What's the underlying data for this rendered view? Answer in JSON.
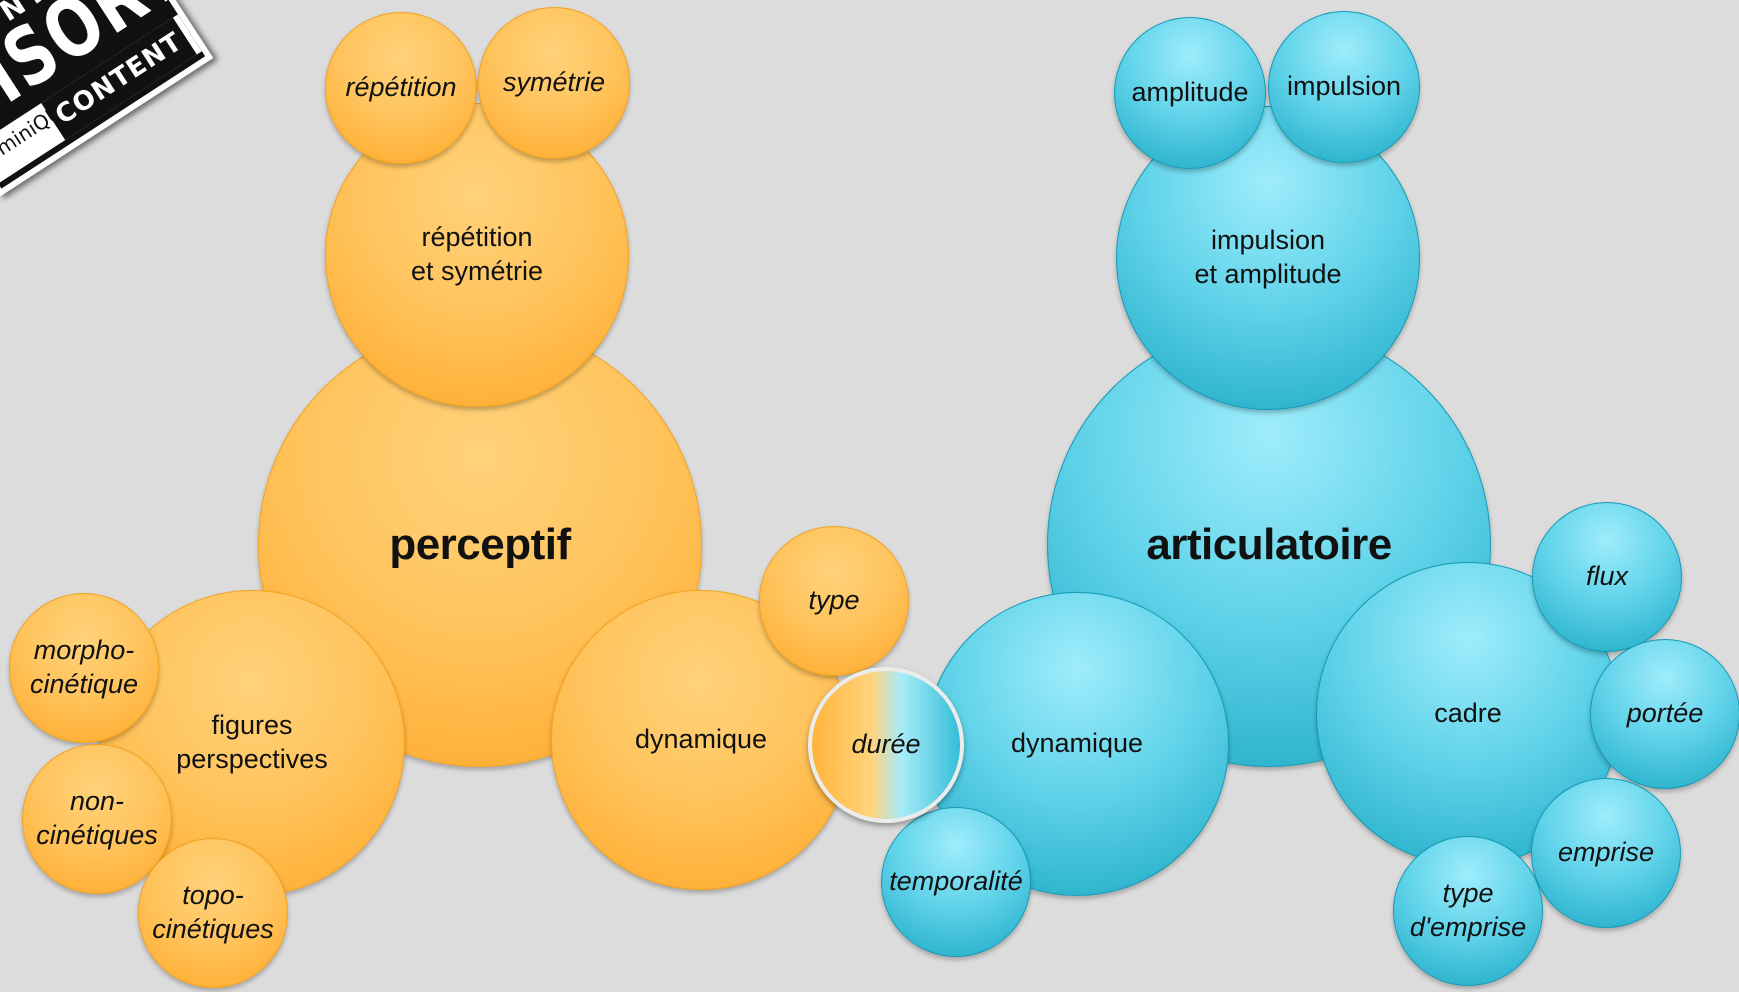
{
  "sticker": {
    "line1": "NT",
    "line2": "VISORY",
    "bar_left": "ominiQUOI",
    "bar_right": "CONTENT"
  },
  "bubbles": [
    {
      "id": "perceptif",
      "label": "perceptif",
      "color": "orange",
      "size": "main"
    },
    {
      "id": "repetition-symetrie",
      "label": "répétition\net symétrie",
      "color": "orange",
      "size": "mid"
    },
    {
      "id": "repetition",
      "label": "répétition",
      "color": "orange",
      "size": "small"
    },
    {
      "id": "symetrie",
      "label": "symétrie",
      "color": "orange",
      "size": "small"
    },
    {
      "id": "figures-perspectives",
      "label": "figures\nperspectives",
      "color": "orange",
      "size": "mid"
    },
    {
      "id": "morpho-cinetique",
      "label": "morpho-\ncinétique",
      "color": "orange",
      "size": "small"
    },
    {
      "id": "non-cinetiques",
      "label": "non-\ncinétiques",
      "color": "orange",
      "size": "small"
    },
    {
      "id": "topo-cinetiques",
      "label": "topo-\ncinétiques",
      "color": "orange",
      "size": "small"
    },
    {
      "id": "dynamique-perceptif",
      "label": "dynamique",
      "color": "orange",
      "size": "mid"
    },
    {
      "id": "type",
      "label": "type",
      "color": "orange",
      "size": "small"
    },
    {
      "id": "articulatoire",
      "label": "articulatoire",
      "color": "blue",
      "size": "main"
    },
    {
      "id": "impulsion-amplitude",
      "label": "impulsion\net amplitude",
      "color": "blue",
      "size": "mid"
    },
    {
      "id": "amplitude",
      "label": "amplitude",
      "color": "blue",
      "size": "mid"
    },
    {
      "id": "impulsion",
      "label": "impulsion",
      "color": "blue",
      "size": "mid"
    },
    {
      "id": "dynamique-articulatoire",
      "label": "dynamique",
      "color": "blue",
      "size": "mid"
    },
    {
      "id": "temporalite",
      "label": "temporalité",
      "color": "blue",
      "size": "small"
    },
    {
      "id": "cadre",
      "label": "cadre",
      "color": "blue",
      "size": "mid"
    },
    {
      "id": "flux",
      "label": "flux",
      "color": "blue",
      "size": "small"
    },
    {
      "id": "portee",
      "label": "portée",
      "color": "blue",
      "size": "small"
    },
    {
      "id": "emprise",
      "label": "emprise",
      "color": "blue",
      "size": "small"
    },
    {
      "id": "type-emprise",
      "label": "type\nd'emprise",
      "color": "blue",
      "size": "small"
    },
    {
      "id": "duree",
      "label": "durée",
      "color": "mixed",
      "size": "small"
    }
  ]
}
